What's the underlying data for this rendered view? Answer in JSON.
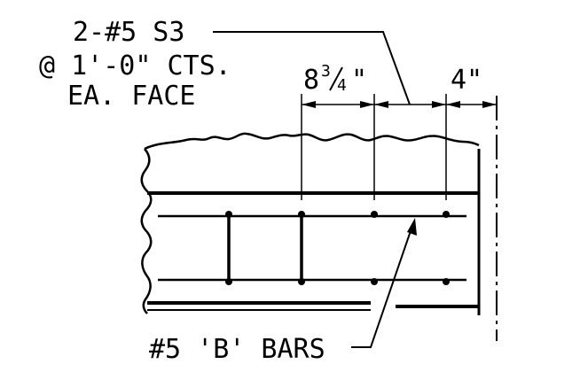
{
  "callout_top": {
    "line1": "2-#5 S3",
    "line2": "@ 1'-0\" CTS.",
    "line3": "EA. FACE"
  },
  "dimensions": {
    "spacing_main": "8",
    "spacing_frac_num": "3",
    "spacing_frac_den": "4",
    "spacing_unit": "\"",
    "spacing_edge": "4\""
  },
  "callout_bottom": {
    "label": "#5 'B' BARS"
  },
  "colors": {
    "ink": "#000000",
    "paper": "#ffffff"
  }
}
